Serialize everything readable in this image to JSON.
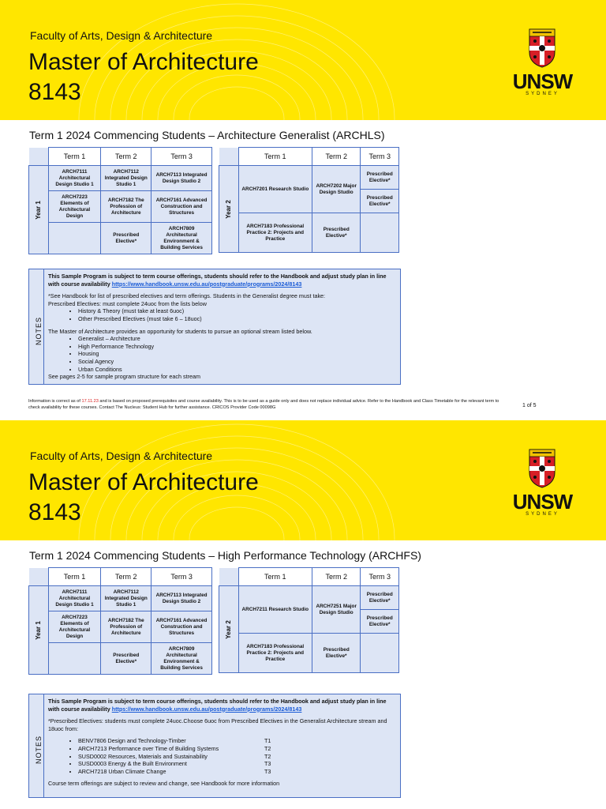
{
  "faculty": "Faculty of Arts, Design & Architecture",
  "title_line1": "Master of Architecture",
  "title_line2": "8143",
  "logo": {
    "wordmark": "UNSW",
    "location": "SYDNEY",
    "shield_icon": "unsw-crest-icon"
  },
  "colors": {
    "banner": "#ffe600",
    "table_border": "#4a6fc4",
    "cell_fill": "#dde5f5",
    "link": "#1a5bd6",
    "date_red": "#d81b1b"
  },
  "term_headers": [
    "Term 1",
    "Term 2",
    "Term 3"
  ],
  "year1_label": "Year 1",
  "year2_label": "Year 2",
  "notes_label": "NOTES",
  "pages": [
    {
      "subtitle": "Term 1 2024 Commencing Students – Architecture Generalist (ARCHLS)",
      "year1": {
        "r1": [
          "ARCH7111 Architectural Design Studio 1",
          "ARCH7112 Integrated Design Studio 1",
          "ARCH7113 Integrated Design Studio 2"
        ],
        "r2": [
          "ARCH7223 Elements of Architectural Design",
          "ARCH7182 The Profession of Architecture",
          "ARCH7161 Advanced Construction and Structures"
        ],
        "r3": [
          "",
          "Prescribed Elective*",
          "ARCH7809 Architectural Environment & Building Services"
        ]
      },
      "year2": {
        "t1_top": "ARCH7201 Research Studio",
        "t2_top": "ARCH7202 Major Design Studio",
        "t3_a": "Prescribed Elective*",
        "t3_b": "Prescribed Elective*",
        "t1_bottom": "ARCH7183 Professional Practice 2: Projects and Practice",
        "t2_bottom": "Prescribed Elective*"
      },
      "notes": {
        "lead": "This Sample Program is subject to term course offerings, students should refer to the Handbook and adjust study plan in line with course availability",
        "link": "https://www.handbook.unsw.edu.au/postgraduate/programs/2024/8143",
        "p1": "*See Handbook for list of prescribed electives and term offerings. Students in the Generalist degree must take:",
        "p2": "Prescribed Electives: must complete 24uoc from the lists below",
        "list1": [
          "History & Theory (must take at least 6uoc)",
          "Other Prescribed Electives (must take 6 – 18uoc)"
        ],
        "p3": "The Master of Architecture provides an opportunity for students to pursue an optional stream listed below.",
        "list2": [
          "Generalist – Architecture",
          "High Performance Technology",
          "Housing",
          "Social Agency",
          "Urban Conditions"
        ],
        "p4": "See pages 2-5 for sample program structure for each stream"
      },
      "disclaimer": {
        "before": "Information is correct as of ",
        "date": "17.11.23",
        "after": " and is based on proposed prerequisites and course availability. This is to be used as a guide only and does not replace individual advice. Refer to the Handbook and Class Timetable for the relevant term to check availability for these courses. Contact The Nucleus: Student Hub for further assistance. CRICOS Provider Code 00098G"
      },
      "page_number": "1 of 5"
    },
    {
      "subtitle": "Term 1 2024 Commencing Students – High Performance Technology (ARCHFS)",
      "year1": {
        "r1": [
          "ARCH7111 Architectural Design Studio 1",
          "ARCH7112 Integrated Design Studio 1",
          "ARCH7113 Integrated Design Studio 2"
        ],
        "r2": [
          "ARCH7223 Elements of Architectural Design",
          "ARCH7182 The Profession of Architecture",
          "ARCH7161 Advanced Construction and Structures"
        ],
        "r3": [
          "",
          "Prescribed Elective*",
          "ARCH7809 Architectural Environment & Building Services"
        ]
      },
      "year2": {
        "t1_top": "ARCH7211 Research Studio",
        "t2_top": "ARCH7251 Major Design Studio",
        "t3_a": "Prescribed Elective*",
        "t3_b": "Prescribed Elective*",
        "t1_bottom": "ARCH7183 Professional Practice 2: Projects and Practice",
        "t2_bottom": "Prescribed Elective*"
      },
      "notes": {
        "lead": "This Sample Program is subject to term course offerings, students should refer to the Handbook and adjust study plan in line with course availability",
        "link": "https://www.handbook.unsw.edu.au/postgraduate/programs/2024/8143",
        "p1": "*Prescribed Electives: students must complete 24uoc.Choose 6uoc from Prescribed Electives in the Generalist Architecture stream and 18uoc from:",
        "courses": [
          {
            "name": "BENV7806 Design and Technology-Timber",
            "term": "T1"
          },
          {
            "name": "ARCH7213 Performance over Time of Building Systems",
            "term": "T2"
          },
          {
            "name": "SUSD0002 Resources, Materials and Sustainability",
            "term": "T2"
          },
          {
            "name": "SUSD0003 Energy & the Built Environment",
            "term": "T3"
          },
          {
            "name": "ARCH7218 Urban Climate Change",
            "term": "T3"
          }
        ],
        "p2": "Course term offerings are subject to review and change, see Handbook for more information"
      }
    }
  ]
}
